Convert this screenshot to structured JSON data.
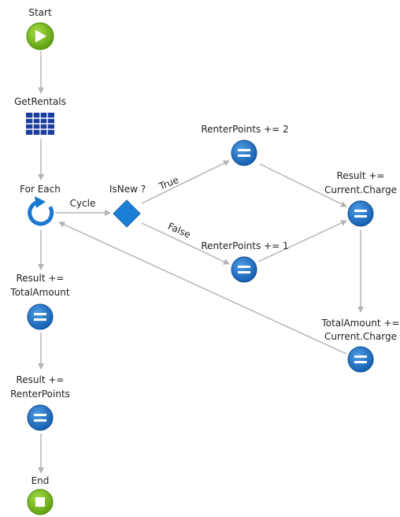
{
  "nodes": {
    "start": "Start",
    "get_rentals": "GetRentals",
    "for_each": "For Each",
    "is_new": "IsNew ?",
    "renter_points_2": "RenterPoints += 2",
    "renter_points_1": "RenterPoints += 1",
    "result_charge": [
      "Result +=",
      "Current.Charge"
    ],
    "total_amount_charge": [
      "TotalAmount +=",
      "Current.Charge"
    ],
    "result_total_amount": [
      "Result +=",
      "TotalAmount"
    ],
    "result_renter_points": [
      "Result +=",
      "RenterPoints"
    ],
    "end": "End"
  },
  "edges": {
    "cycle": "Cycle",
    "true": "True",
    "false": "False"
  },
  "colors": {
    "start_green": "#7cbf1e",
    "assign_blue": "#1f6fc8",
    "loop_blue": "#1b78d0",
    "diamond_blue": "#1c7fd6",
    "edge_gray": "#b5b5b5"
  },
  "icons": {
    "start": "play-icon",
    "get_rentals": "table-grid-icon",
    "for_each": "loop-icon",
    "is_new": "diamond-icon",
    "assign": "equals-icon",
    "end": "stop-icon"
  }
}
